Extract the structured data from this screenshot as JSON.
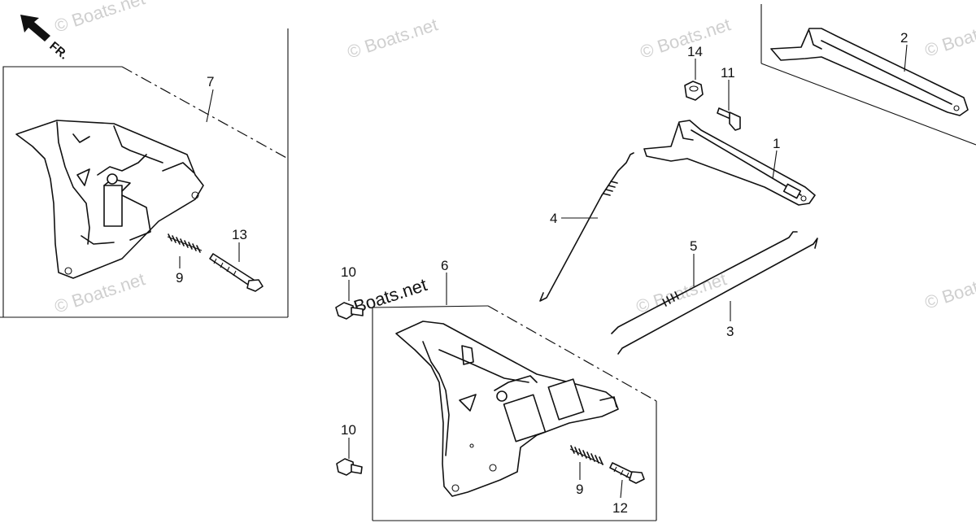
{
  "watermark": "© Boats.net",
  "watermark_center": "Boats.net",
  "direction_label": "FR.",
  "callouts": {
    "p1": "1",
    "p2": "2",
    "p3": "3",
    "p4": "4",
    "p5": "5",
    "p6": "6",
    "p7": "7",
    "p9a": "9",
    "p9b": "9",
    "p10a": "10",
    "p10b": "10",
    "p11": "11",
    "p12": "12",
    "p13": "13",
    "p14": "14"
  },
  "colors": {
    "line": "#111111",
    "watermark": "#cfcfcf",
    "background": "#ffffff"
  }
}
